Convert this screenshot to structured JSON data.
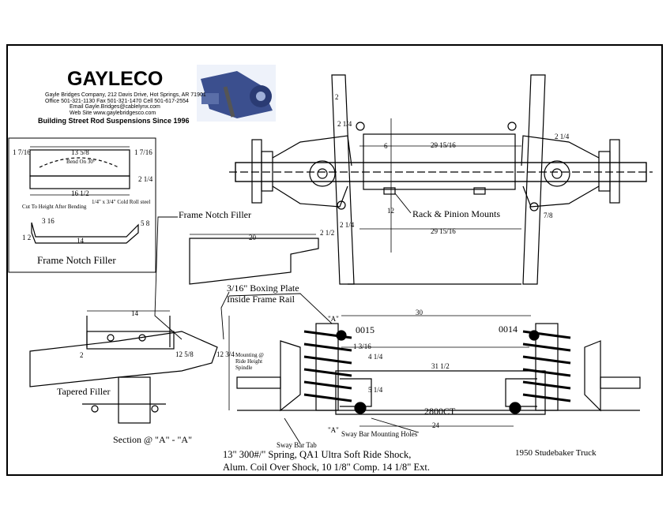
{
  "company": {
    "name": "GAYLECO",
    "address": "Gayle Bridges Company, 212 Davis Drive, Hot Springs, AR 71901",
    "phones": "Office 501-321-1130 Fax 501-321-1470 Cell 501-617-2554",
    "email": "Email Gayle.Bridges@cablelynx.com",
    "web": "Web Site www.gaylebridgesco.com",
    "tagline": "Building Street Rod Suspensions Since 1996"
  },
  "inset": {
    "title": "Frame Notch Filler",
    "dims": {
      "left_top": "1 7/16",
      "top_width": "13 5/8",
      "right_top": "1 7/16",
      "bend_note": "Bend On 30°",
      "right_side": "2 1/4",
      "bottom_width": "16 1/2",
      "stock_note": "1/4\" x 3/4\" Cold Roll steel",
      "cut_note": "Cut To Height After Bending",
      "left_tab": "3 16",
      "right_tab": "5 8",
      "base_width": "14",
      "left_height": "1 2"
    }
  },
  "labels": {
    "frame_notch_filler": "Frame Notch Filler",
    "boxing_plate_line1": "3/16\" Boxing Plate",
    "boxing_plate_line2": "Inside Frame Rail",
    "tapered_filler": "Tapered Filler",
    "section": "Section @ \"A\" - \"A\"",
    "rack_pinion": "Rack & Pinion Mounts",
    "part_left": "0015",
    "part_right": "0014",
    "crossmember": "2800CT",
    "sway_bar_tab": "Sway Bar Tab",
    "sway_bar_holes": "Sway Bar Mounting Holes",
    "vehicle": "1950 Studebaker Truck",
    "spec_line1": "13\" 300#/\" Spring, QA1 Ultra Soft Ride Shock,",
    "spec_line2": "Alum. Coil Over Shock, 10 1/8\" Comp. 14 1/8\" Ext.",
    "mounting_note": "Mounting @ Ride Height Spindle",
    "section_mark_top": "\"A\"",
    "section_mark_bottom": "\"A\""
  },
  "dimensions": {
    "top_view_width": "29 15/16",
    "top_view_lower_width": "29 15/16",
    "rail_width": "2",
    "top_offset": "2 1/4",
    "left_offset": "2 1/2",
    "right_offset": "2 1/4",
    "center_drop": "6",
    "rack_drop": "12",
    "lower_left": "2 1/4",
    "lower_right": "7/8",
    "notch_length": "20",
    "section_width": "14",
    "section_height": "12 5/8",
    "section_small": "2",
    "front_top": "30",
    "front_mid": "31 1/2",
    "front_bottom": "24",
    "front_height": "12 3/4",
    "front_a": "4 1/4",
    "front_b": "5 1/4",
    "front_c": "1 3/16"
  }
}
